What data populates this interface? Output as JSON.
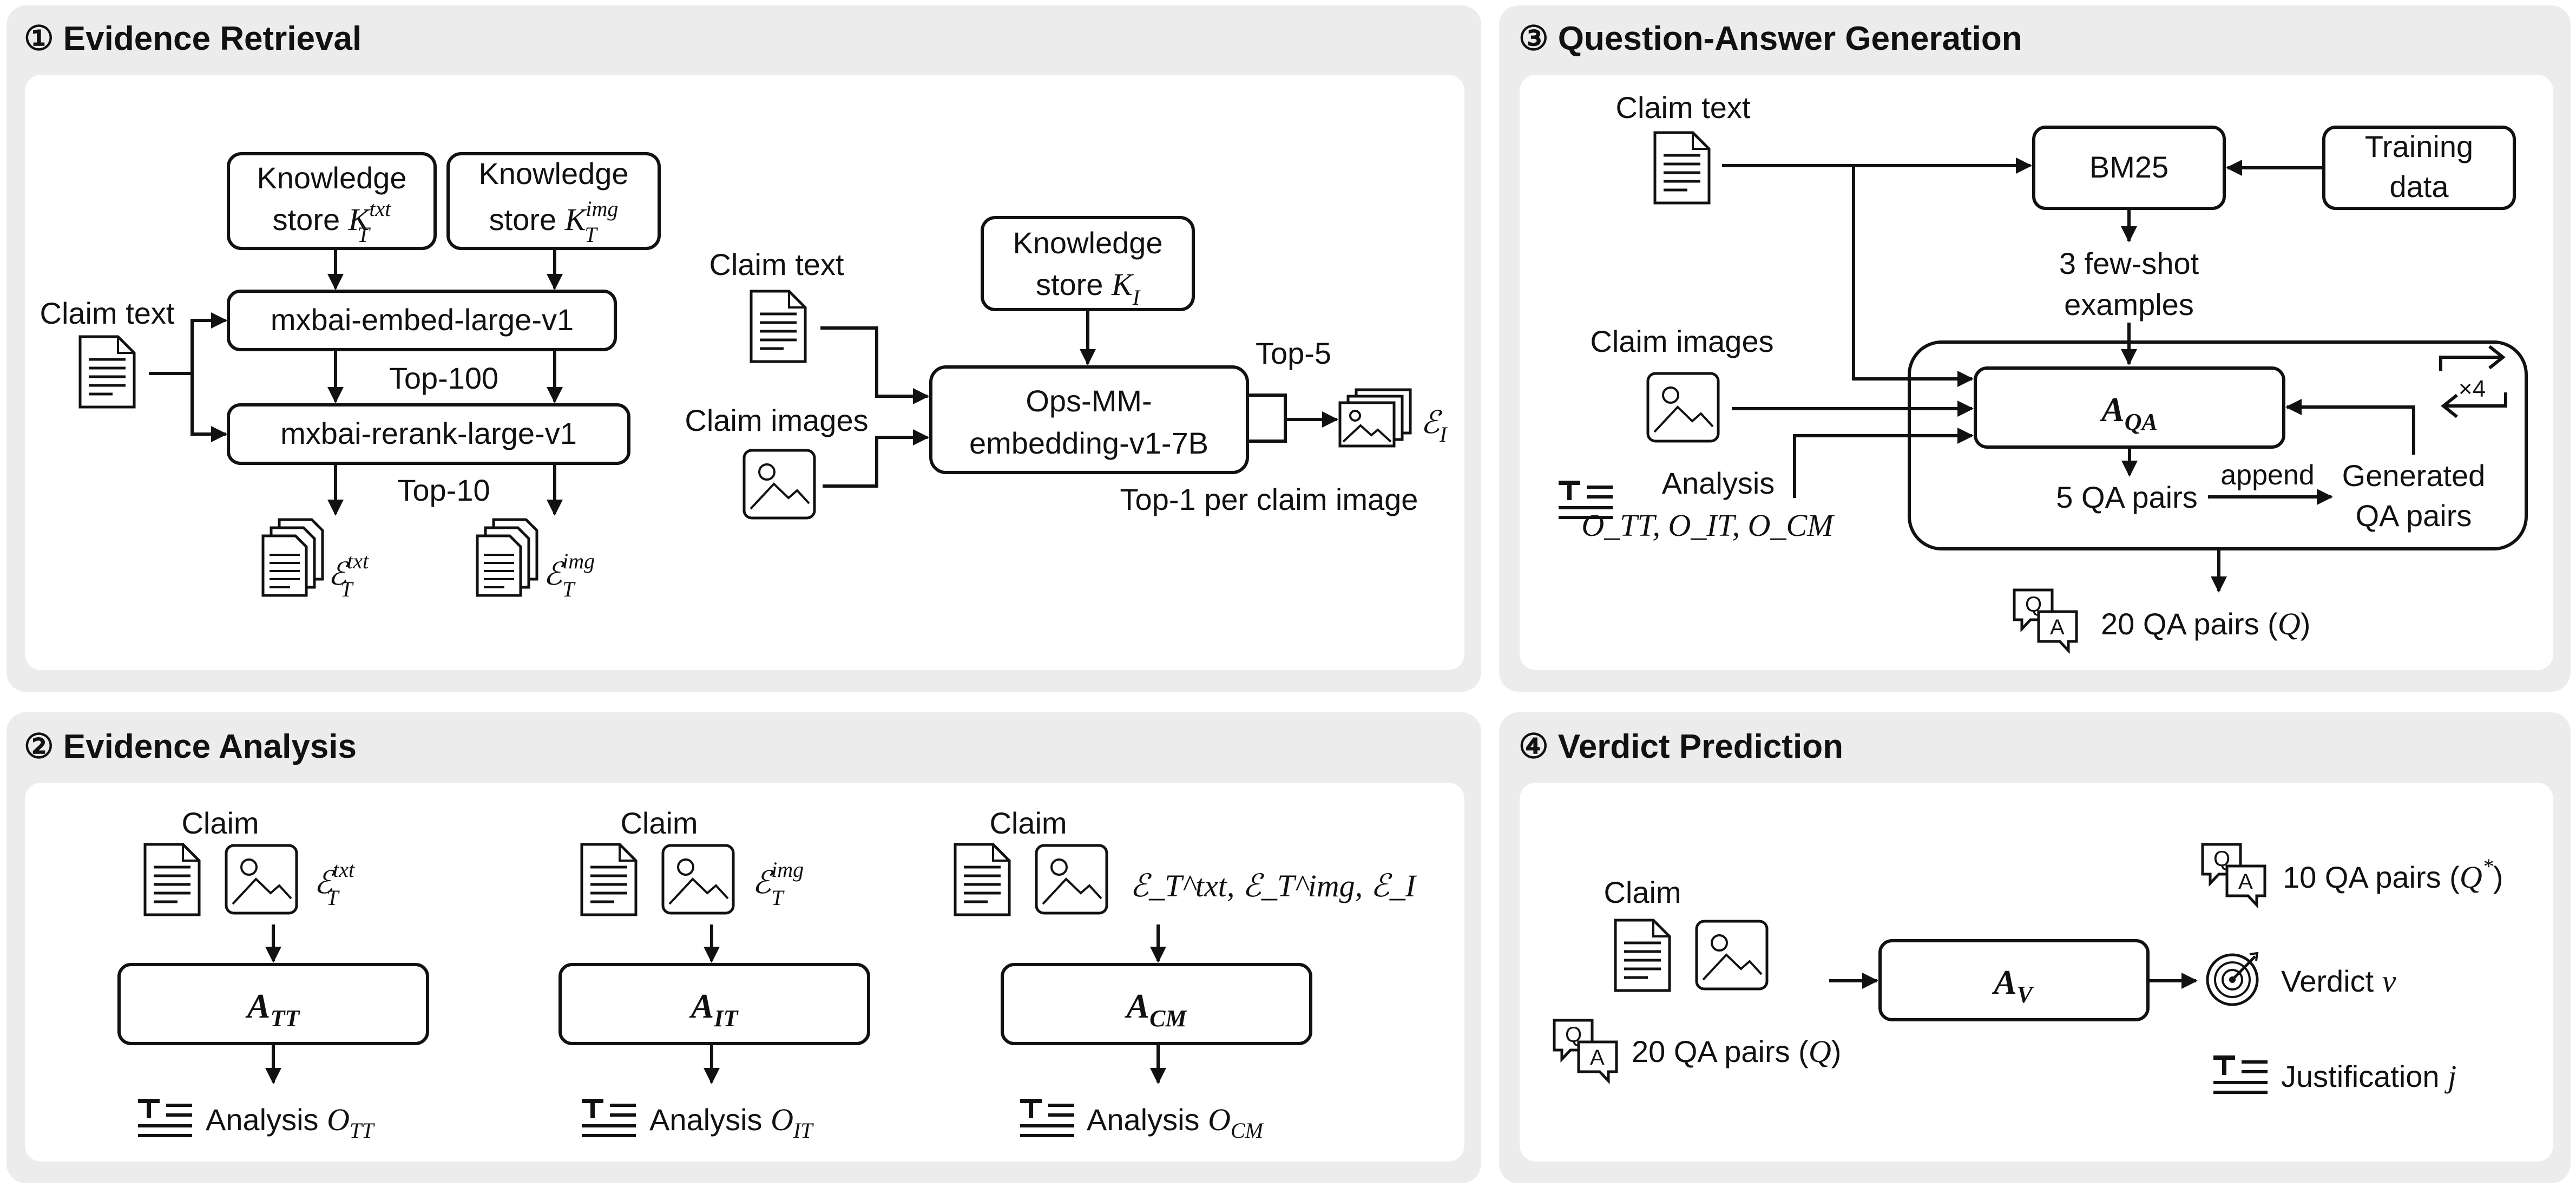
{
  "panels": {
    "p1": {
      "title": "① Evidence Retrieval",
      "ks_txt": {
        "l1": "Knowledge",
        "l2": "store ",
        "sym": "K",
        "sup": "txt",
        "sub": "T"
      },
      "ks_img": {
        "l1": "Knowledge",
        "l2": "store ",
        "sym": "K",
        "sup": "img",
        "sub": "T"
      },
      "claim_text": "Claim text",
      "embed_model": "mxbai-embed-large-v1",
      "rerank_model": "mxbai-rerank-large-v1",
      "top100": "Top-100",
      "top10": "Top-10",
      "out_txt": {
        "sym": "ℰ",
        "sup": "txt",
        "sub": "T"
      },
      "out_img": {
        "sym": "ℰ",
        "sup": "img",
        "sub": "T"
      },
      "claim_text_2": "Claim text",
      "claim_images": "Claim images",
      "ks_i": {
        "l1": "Knowledge",
        "l2": "store ",
        "sym": "K",
        "sub": "I"
      },
      "mm_model_l1": "Ops-MM-",
      "mm_model_l2": "embedding-v1-7B",
      "top5": "Top-5",
      "top1": "Top-1 per claim image",
      "out_i": {
        "sym": "ℰ",
        "sub": "I"
      }
    },
    "p2": {
      "title": "② Evidence Analysis",
      "claim": "Claim",
      "ev_tt": {
        "sym": "ℰ",
        "sup": "txt",
        "sub": "T"
      },
      "ev_it": {
        "sym": "ℰ",
        "sup": "img",
        "sub": "T"
      },
      "ev_cm": "ℰ_T^txt, ℰ_T^img, ℰ_I",
      "agent_tt": {
        "sym": "A",
        "sub": "TT"
      },
      "agent_it": {
        "sym": "A",
        "sub": "IT"
      },
      "agent_cm": {
        "sym": "A",
        "sub": "CM"
      },
      "analysis": "Analysis ",
      "o_tt": {
        "sym": "O",
        "sub": "TT"
      },
      "o_it": {
        "sym": "O",
        "sub": "IT"
      },
      "o_cm": {
        "sym": "O",
        "sub": "CM"
      }
    },
    "p3": {
      "title": "③ Question-Answer Generation",
      "claim_text": "Claim text",
      "bm25": "BM25",
      "training_l1": "Training",
      "training_l2": "data",
      "fewshot_l1": "3 few-shot",
      "fewshot_l2": "examples",
      "claim_images": "Claim images",
      "analysis": "Analysis",
      "analysis_vars": "O_TT, O_IT, O_CM",
      "agent": {
        "sym": "A",
        "sub": "QA"
      },
      "repeat": "×4",
      "five_qa": "5 QA pairs",
      "append": "append",
      "generated_l1": "Generated",
      "generated_l2": "QA pairs",
      "twenty_qa": "20 QA pairs (",
      "twenty_qa_sym": "Q",
      "close": ")"
    },
    "p4": {
      "title": "④ Verdict Prediction",
      "claim": "Claim",
      "twenty_qa": "20 QA pairs (",
      "twenty_qa_sym": "Q",
      "agent": {
        "sym": "A",
        "sub": "V"
      },
      "ten_qa": "10 QA pairs (",
      "ten_qa_sym": "Q",
      "ten_qa_sup": "*",
      "verdict": "Verdict ",
      "verdict_sym": "v",
      "justification": "Justification ",
      "justification_sym": "j",
      "close": ")"
    }
  }
}
